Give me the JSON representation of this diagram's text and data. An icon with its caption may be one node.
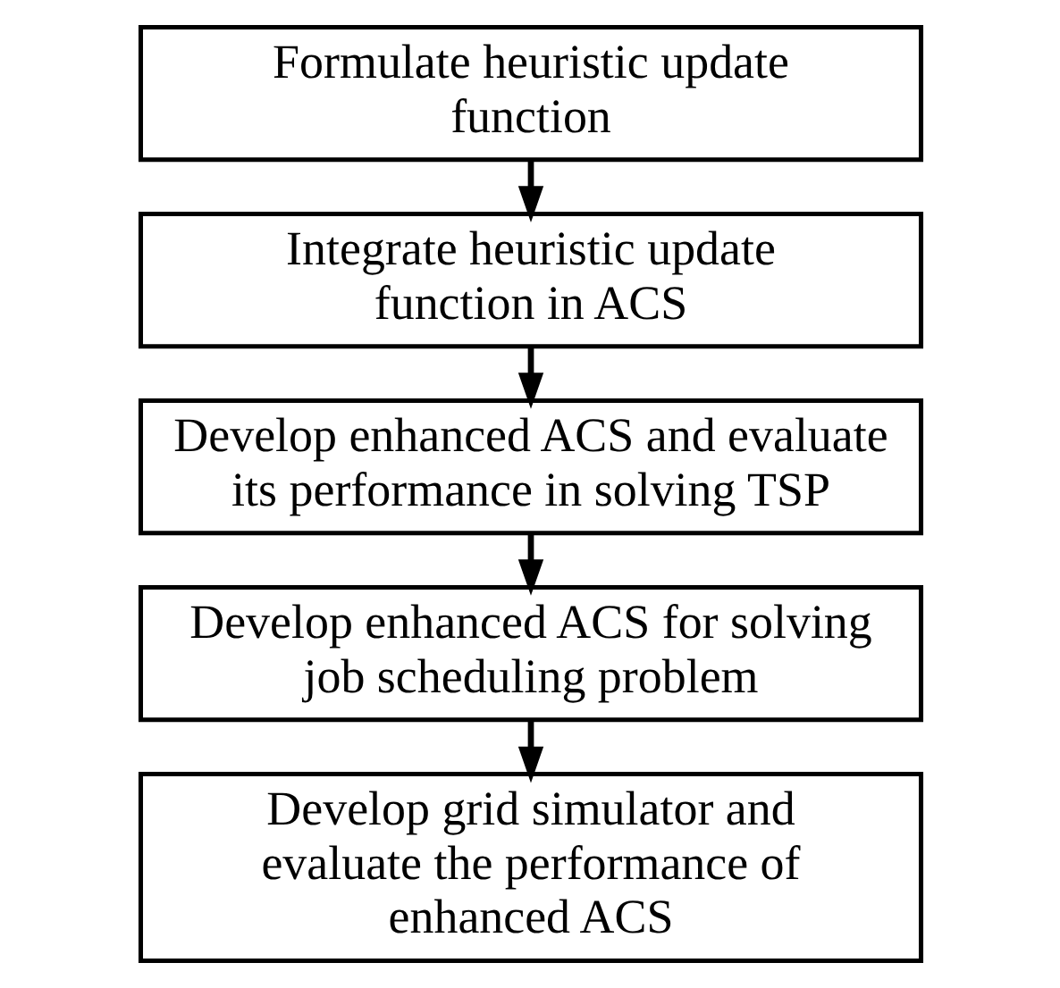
{
  "diagram": {
    "nodes": [
      {
        "text": [
          "Formulate heuristic update function"
        ]
      },
      {
        "text": [
          "Integrate heuristic update function in ACS"
        ]
      },
      {
        "text": [
          "Develop enhanced ACS and evaluate its performance in solving TSP"
        ]
      },
      {
        "text": [
          "Develop enhanced ACS for solving job scheduling problem"
        ]
      },
      {
        "text": [
          "Develop grid simulator and evaluate the performance of enhanced ACS"
        ]
      }
    ],
    "edges": [
      {
        "from": 0,
        "to": 1,
        "arrow": "to"
      },
      {
        "from": 1,
        "to": 2,
        "arrow": "to"
      },
      {
        "from": 2,
        "to": 3,
        "arrow": "to"
      },
      {
        "from": 3,
        "to": 4,
        "arrow": "to"
      }
    ]
  }
}
